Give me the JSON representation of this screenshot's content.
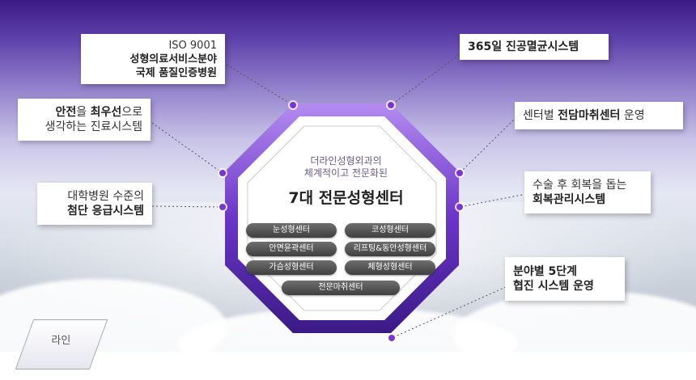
{
  "cards": {
    "iso": {
      "line1": "ISO 9001",
      "line2": "성형의료서비스분야",
      "line3": "국제 품질인증병원"
    },
    "safety": {
      "line1_bold": "안전",
      "line1_mid": "을 ",
      "line1_bold2": "최우선",
      "line1_end": "으로",
      "line2": "생각하는 진료시스템"
    },
    "emergency": {
      "line1": "대학병원 수준의",
      "line2": "첨단 응급시스템"
    },
    "sterile": {
      "text": "365일 진공멸균시스템"
    },
    "anesthesia": {
      "pre": "센터별 ",
      "bold": "전담마취센터",
      "post": " 운영"
    },
    "recovery": {
      "line1": "수술 후 회복을 돕는",
      "line2": "회복관리시스템"
    },
    "cooperate": {
      "line1": "분야별 5단계",
      "line2": "협진 시스템 운영"
    }
  },
  "center": {
    "subtitle1": "더라인성형외과의",
    "subtitle2": "체계적이고 전문화된",
    "title": "7대 전문성형센터",
    "pills": [
      "눈성형센터",
      "코성형센터",
      "안면윤곽센터",
      "리프팅&동안성형센터",
      "가슴성형센터",
      "체형성형센터",
      "전문마취센터"
    ]
  },
  "logo": {
    "text": "라인"
  },
  "colors": {
    "accent": "#7a35d6",
    "frame": "#5a2db0"
  }
}
